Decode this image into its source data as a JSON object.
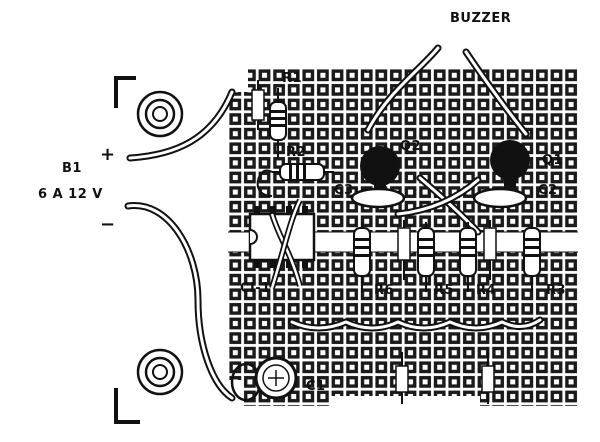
{
  "diagram": {
    "colors": {
      "ink": "#111111",
      "paper": "#ffffff",
      "hole_fill": "#ffffff"
    },
    "labels": {
      "buzzer": "BUZZER",
      "battery_name": "B1",
      "battery_value": "6 A 12 V",
      "plus": "+",
      "minus": "−",
      "r1": "R1",
      "r2": "R2",
      "q1": "Q1",
      "q2": "Q2",
      "c1": "C1",
      "c2": "C2",
      "c3": "C3",
      "ci1": "CI-1",
      "r3": "R3",
      "r4": "R4",
      "r5": "R5",
      "r6": "R6"
    }
  }
}
